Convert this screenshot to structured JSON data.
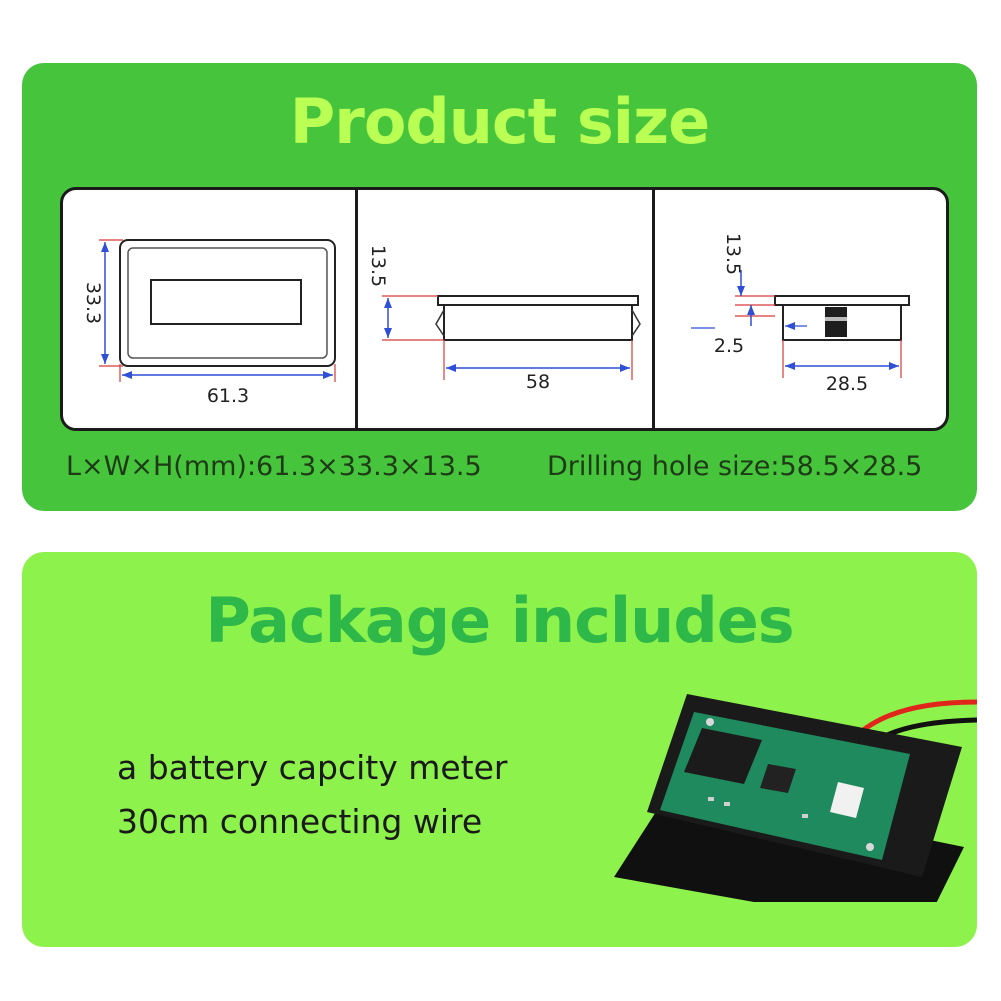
{
  "product_size": {
    "title": "Product size",
    "front_view": {
      "height": "33.3",
      "length": "61.3"
    },
    "side_view": {
      "height": "13.5",
      "length": "58"
    },
    "hole_view": {
      "height": "13.5",
      "panel": "2.5",
      "width": "28.5"
    },
    "dimensions_text": "L×W×H(mm):61.3×33.3×13.5",
    "drilling_text": "Drilling hole size:58.5×28.5"
  },
  "package": {
    "title": "Package includes",
    "items": [
      "a battery capcity meter",
      "30cm connecting wire"
    ]
  },
  "colors": {
    "size_panel": "#46c43c",
    "size_title": "#b9ff54",
    "package_panel": "#8ef24c",
    "package_title": "#2fb84a",
    "dimension_line": "#2f4fd6",
    "extension_line": "#d63a3a"
  }
}
